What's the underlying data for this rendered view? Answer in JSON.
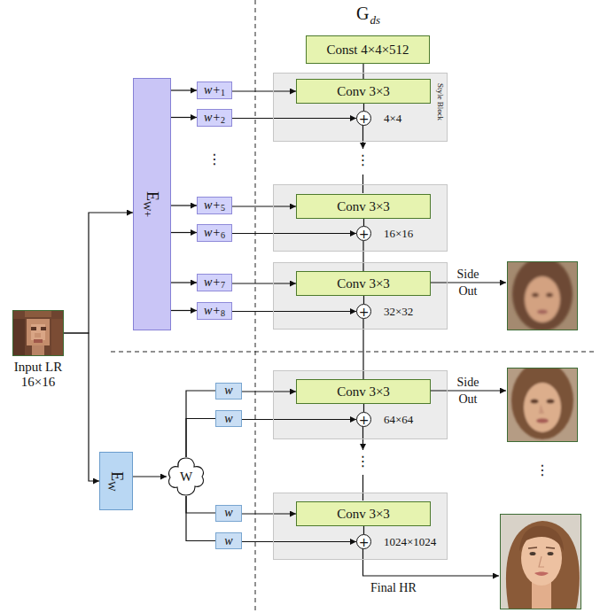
{
  "diagram": {
    "nodes": [
      {
        "text": [
          "Input LR",
          "16×16"
        ]
      },
      {
        "text": [
          "E",
          "W+"
        ]
      },
      {
        "text": [
          "w+",
          "1"
        ]
      },
      {
        "text": [
          "w+",
          "2"
        ]
      },
      {
        "text": [
          "w+",
          "5"
        ]
      },
      {
        "text": [
          "w+",
          "6"
        ]
      },
      {
        "text": [
          "w+",
          "7"
        ]
      },
      {
        "text": [
          "w+",
          "8"
        ]
      },
      {
        "text": [
          "E",
          "W"
        ]
      },
      {
        "text": [
          "W"
        ]
      },
      {
        "text": [
          "w"
        ]
      },
      {
        "text": [
          "w"
        ]
      },
      {
        "text": [
          "w"
        ]
      },
      {
        "text": [
          "w"
        ]
      },
      {
        "text": [
          "Const 4×4×512"
        ]
      },
      {
        "text": [
          "Style Block",
          "4×4"
        ]
      },
      {
        "text": [
          "Conv 3×3"
        ],
        "in": 15
      },
      {
        "text": [
          "+"
        ],
        "in": 15
      },
      {
        "text": [
          "16×16"
        ]
      },
      {
        "text": [
          "Conv 3×3"
        ],
        "in": 18
      },
      {
        "text": [
          "+"
        ],
        "in": 18
      },
      {
        "text": [
          "32×32"
        ]
      },
      {
        "text": [
          "Conv 3×3"
        ],
        "in": 21
      },
      {
        "text": [
          "+"
        ],
        "in": 21
      },
      {
        "text": [
          "64×64"
        ]
      },
      {
        "text": [
          "Conv 3×3"
        ],
        "in": 24
      },
      {
        "text": [
          "+"
        ],
        "in": 24
      },
      {
        "text": [
          "1024×1024"
        ]
      },
      {
        "text": [
          "Conv 3×3"
        ],
        "in": 27
      },
      {
        "text": [
          "+"
        ],
        "in": 27
      }
    ],
    "edges": [
      {
        "from": 0,
        "to": 1,
        "arrow": "to"
      },
      {
        "from": 0,
        "to": 8,
        "arrow": "to"
      },
      {
        "from": 1,
        "to": 2,
        "arrow": "to"
      },
      {
        "from": 1,
        "to": 3,
        "arrow": "to"
      },
      {
        "from": 1,
        "to": 4,
        "arrow": "to"
      },
      {
        "from": 1,
        "to": 5,
        "arrow": "to"
      },
      {
        "from": 1,
        "to": 6,
        "arrow": "to"
      },
      {
        "from": 1,
        "to": 7,
        "arrow": "to"
      },
      {
        "from": 2,
        "to": 16,
        "arrow": "to"
      },
      {
        "from": 3,
        "to": 17,
        "arrow": "to"
      },
      {
        "from": 4,
        "to": 19,
        "arrow": "to"
      },
      {
        "from": 5,
        "to": 20,
        "arrow": "to"
      },
      {
        "from": 6,
        "to": 22,
        "arrow": "to"
      },
      {
        "from": 7,
        "to": 23,
        "arrow": "to"
      },
      {
        "from": 8,
        "to": 9,
        "arrow": "to"
      },
      {
        "from": 9,
        "to": 10,
        "arrow": "none"
      },
      {
        "from": 9,
        "to": 11,
        "arrow": "none"
      },
      {
        "from": 9,
        "to": 12,
        "arrow": "none"
      },
      {
        "from": 9,
        "to": 13,
        "arrow": "none"
      },
      {
        "from": 10,
        "to": 25,
        "arrow": "to"
      },
      {
        "from": 11,
        "to": 26,
        "arrow": "to"
      },
      {
        "from": 12,
        "to": 28,
        "arrow": "to"
      },
      {
        "from": 13,
        "to": 29,
        "arrow": "to"
      },
      {
        "from": 14,
        "to": 16,
        "arrow": "none"
      },
      {
        "from": 16,
        "to": 17,
        "arrow": "none"
      },
      {
        "from": 19,
        "to": 20,
        "arrow": "none"
      },
      {
        "from": 20,
        "to": 22,
        "arrow": "none"
      },
      {
        "from": 22,
        "to": 23,
        "arrow": "none"
      },
      {
        "from": 23,
        "to": 25,
        "arrow": "none"
      },
      {
        "from": 25,
        "to": 26,
        "arrow": "none"
      },
      {
        "from": 28,
        "to": 29,
        "arrow": "none"
      }
    ],
    "labels": [
      "G",
      "ds",
      "⋮",
      "⋮",
      "Side Out",
      "Side Out",
      "⋮",
      "⋮",
      "Final HR"
    ]
  }
}
